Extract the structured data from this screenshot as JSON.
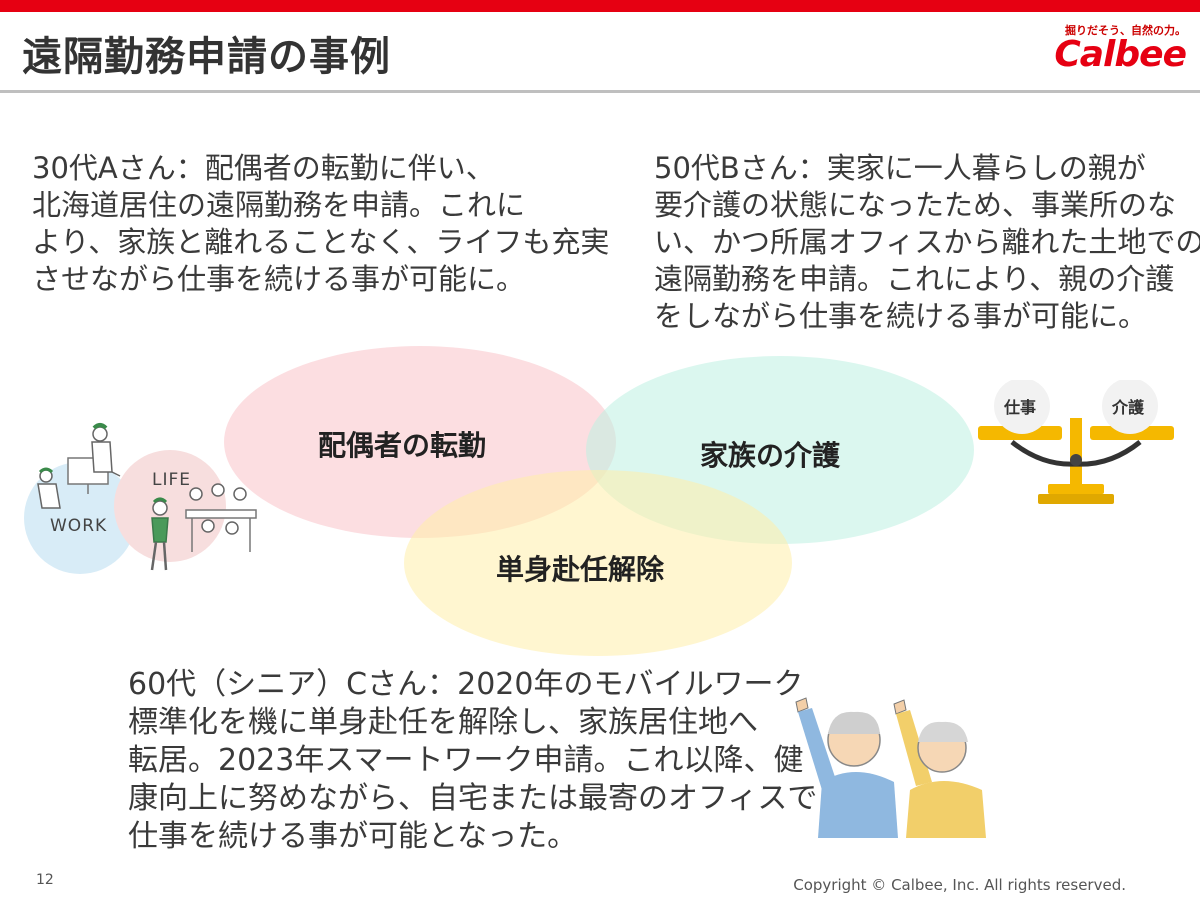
{
  "header": {
    "title": "遠隔勤務申請の事例",
    "logo_tagline": "掘りだそう、自然の力。",
    "logo_word": "Calbee",
    "accent_color": "#e60012"
  },
  "cases": {
    "a": [
      "30代Aさん：配偶者の転勤に伴い、",
      "北海道居住の遠隔勤務を申請。これに",
      "より、家族と離れることなく、ライフも充実",
      "させながら仕事を続ける事が可能に。"
    ],
    "b": [
      "50代Bさん：実家に一人暮らしの親が",
      "要介護の状態になったため、事業所のな",
      "い、かつ所属オフィスから離れた土地での",
      "遠隔勤務を申請。これにより、親の介護",
      "をしながら仕事を続ける事が可能に。"
    ],
    "c": [
      "60代（シニア）Cさん：2020年のモバイルワーク",
      "標準化を機に単身赴任を解除し、家族居住地へ",
      "転居。2023年スマートワーク申請。これ以降、健",
      "康向上に努めながら、自宅または最寄のオフィスで",
      "仕事を続ける事が可能となった。"
    ]
  },
  "venn": {
    "pink_label": "配偶者の転勤",
    "green_label": "家族の介護",
    "yellow_label": "単身赴任解除"
  },
  "illustrations": {
    "work_label": "WORK",
    "life_label": "LIFE",
    "scale_left": "仕事",
    "scale_right": "介護"
  },
  "footer": {
    "page_number": "12",
    "copyright": "Copyright © Calbee, Inc. All rights reserved."
  }
}
